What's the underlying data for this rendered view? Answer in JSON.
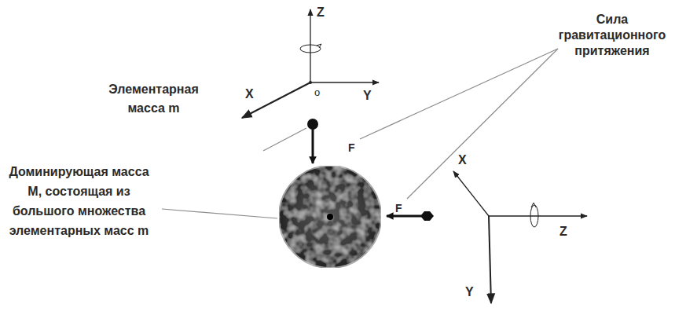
{
  "diagram": {
    "labels": [
      "Z",
      "X",
      "Y",
      "o",
      "Элементарная масса m",
      "Сила гравитационного притяжения",
      "F",
      "F",
      "Доминирующая масса M, состоящая из большого множества элементарных масс m",
      "Z",
      "X",
      "Y"
    ]
  }
}
